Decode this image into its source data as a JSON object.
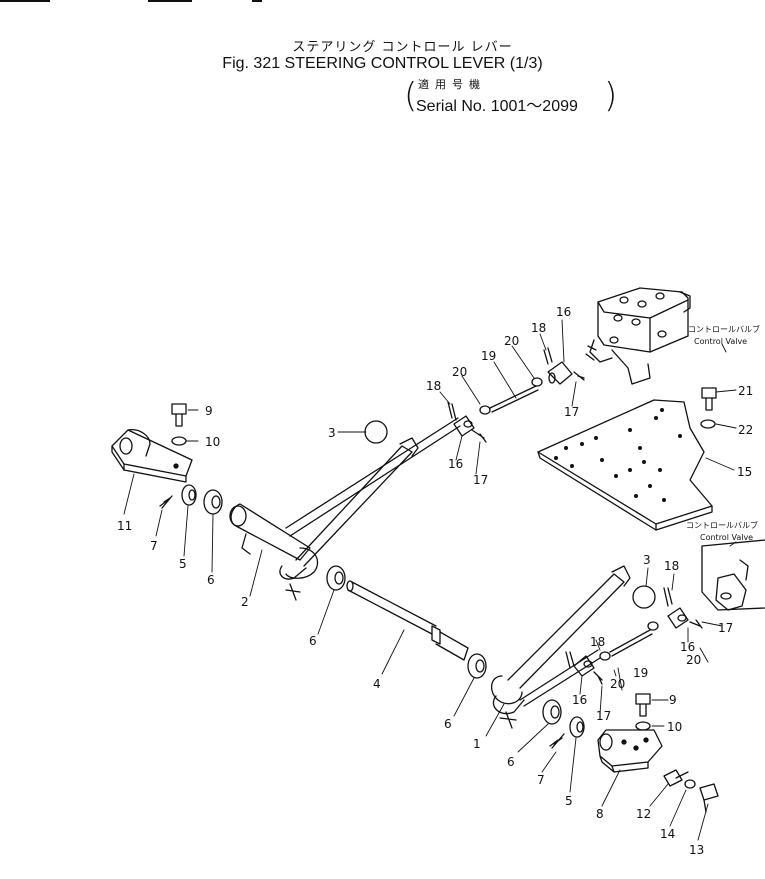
{
  "header": {
    "title_jp": "ステアリング コントロール レバー",
    "title_en": "Fig. 321  STEERING CONTROL LEVER (1/3)",
    "serial_jp": "適用号機",
    "serial_en": "Serial No. 1001～2099"
  },
  "callouts": {
    "c1": "1",
    "c2": "2",
    "c3a": "3",
    "c3b": "3",
    "c4": "4",
    "c5a": "5",
    "c5b": "5",
    "c6a": "6",
    "c6b": "6",
    "c6c": "6",
    "c6d": "6",
    "c7a": "7",
    "c7b": "7",
    "c8": "8",
    "c9a": "9",
    "c9b": "9",
    "c10a": "10",
    "c10b": "10",
    "c11": "11",
    "c12": "12",
    "c13": "13",
    "c14": "14",
    "c15": "15",
    "c16a": "16",
    "c16b": "16",
    "c16c": "16",
    "c16d": "16",
    "c17a": "17",
    "c17b": "17",
    "c17c": "17",
    "c17d": "17",
    "c18a": "18",
    "c18b": "18",
    "c18c": "18",
    "c18d": "18",
    "c19a": "19",
    "c19b": "19",
    "c20a": "20",
    "c20b": "20",
    "c20c": "20",
    "c20d": "20",
    "c21": "21",
    "c22": "22"
  },
  "notes": {
    "valve_jp_1": "コントロールバルブ",
    "valve_en_1": "Control Valve",
    "valve_jp_2": "コントロールバルブ",
    "valve_en_2": "Control Valve"
  }
}
